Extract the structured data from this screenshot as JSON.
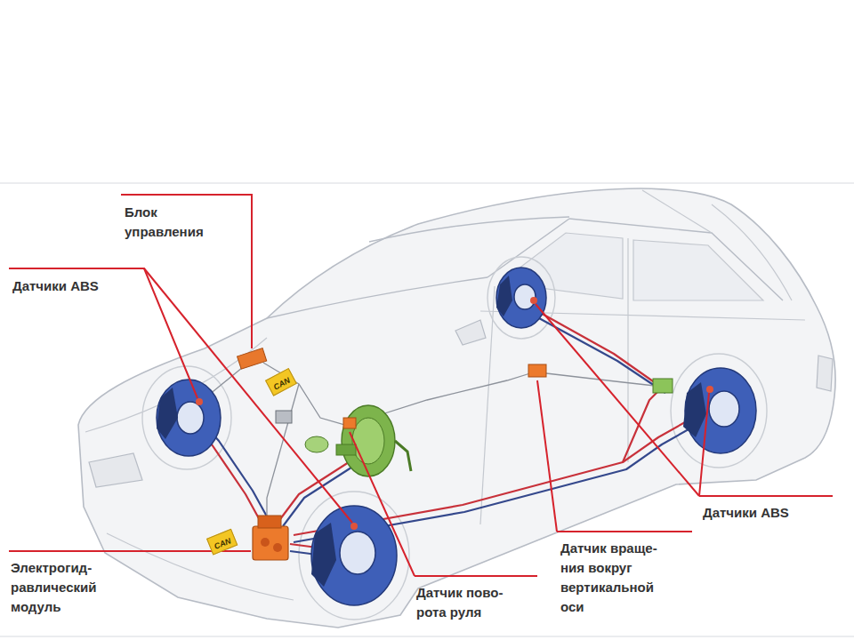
{
  "diagram": {
    "nodes": [
      {
        "text": [
          "CAN"
        ]
      },
      {
        "text": [
          "CAN"
        ]
      }
    ],
    "labels": [
      "Блок управления",
      "Датчики ABS",
      "Датчики ABS",
      "Электрогид- равлический модуль",
      "Датчик пово- рота руля",
      "Датчик враще- ния вокруг вертикальной оси"
    ]
  }
}
